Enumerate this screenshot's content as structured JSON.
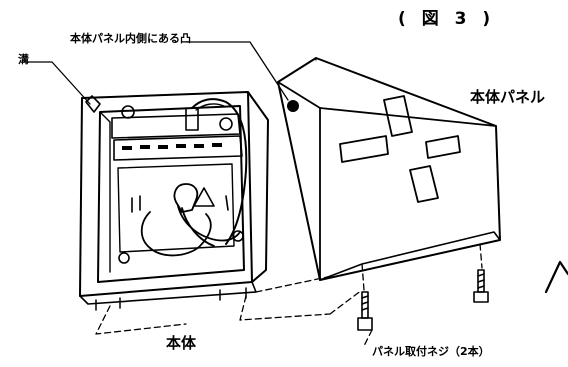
{
  "figure_title": "( 図 3 )",
  "labels": {
    "panel_inner_boss": "本体パネル内側にある凸",
    "groove": "溝",
    "main_panel": "本体パネル",
    "main_body": "本体",
    "panel_screws": "パネル取付ネジ（2本）"
  }
}
